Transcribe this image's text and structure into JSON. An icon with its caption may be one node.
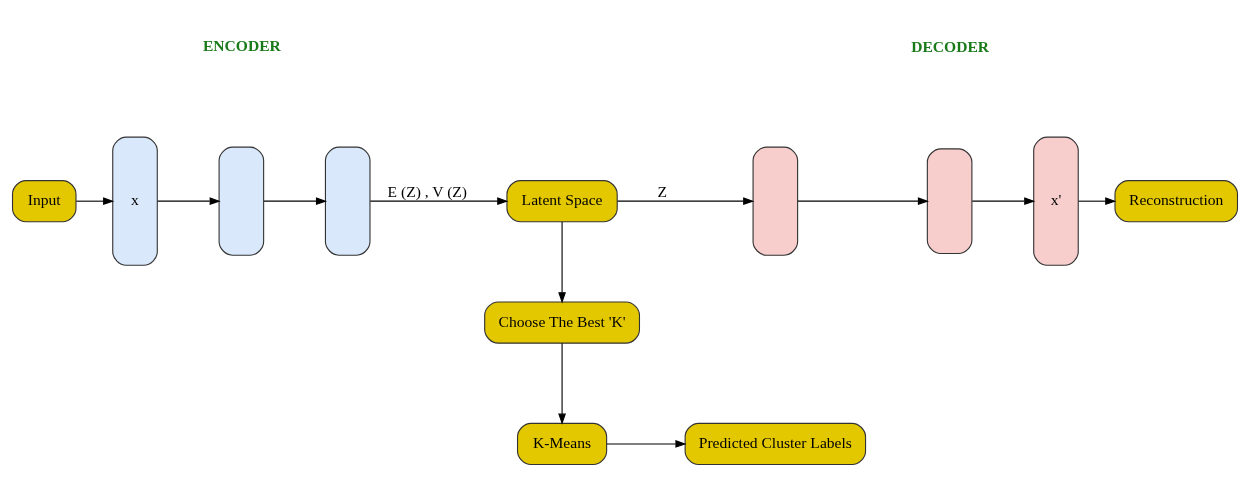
{
  "diagram": {
    "nodes": [
      {
        "text": [
          "Input"
        ]
      },
      {
        "text": [
          "x"
        ]
      },
      {
        "text": [],
        "shape": "box"
      },
      {
        "text": [],
        "shape": "box"
      },
      {
        "text": [
          "Latent Space"
        ]
      },
      {
        "text": [],
        "shape": "box"
      },
      {
        "text": [],
        "shape": "box"
      },
      {
        "text": [
          "x'"
        ]
      },
      {
        "text": [
          "Reconstruction"
        ]
      },
      {
        "text": [
          "Choose The Best 'K'"
        ]
      },
      {
        "text": [
          "K-Means"
        ]
      },
      {
        "text": [
          "Predicted Cluster Labels"
        ]
      }
    ],
    "edges": [
      {
        "from": 0,
        "to": 1,
        "arrow": "to"
      },
      {
        "from": 1,
        "to": 2,
        "arrow": "to"
      },
      {
        "from": 2,
        "to": 3,
        "arrow": "to"
      },
      {
        "from": 3,
        "to": 4,
        "arrow": "to",
        "label": "E (Z) , V (Z)"
      },
      {
        "from": 4,
        "to": 5,
        "arrow": "to",
        "label": "Z"
      },
      {
        "from": 5,
        "to": 6,
        "arrow": "to"
      },
      {
        "from": 6,
        "to": 7,
        "arrow": "to"
      },
      {
        "from": 7,
        "to": 8,
        "arrow": "to"
      },
      {
        "from": 4,
        "to": 9,
        "arrow": "to"
      },
      {
        "from": 9,
        "to": 10,
        "arrow": "to"
      },
      {
        "from": 10,
        "to": 11,
        "arrow": "to"
      }
    ],
    "labels": [
      "ENCODER",
      "DECODER"
    ]
  }
}
